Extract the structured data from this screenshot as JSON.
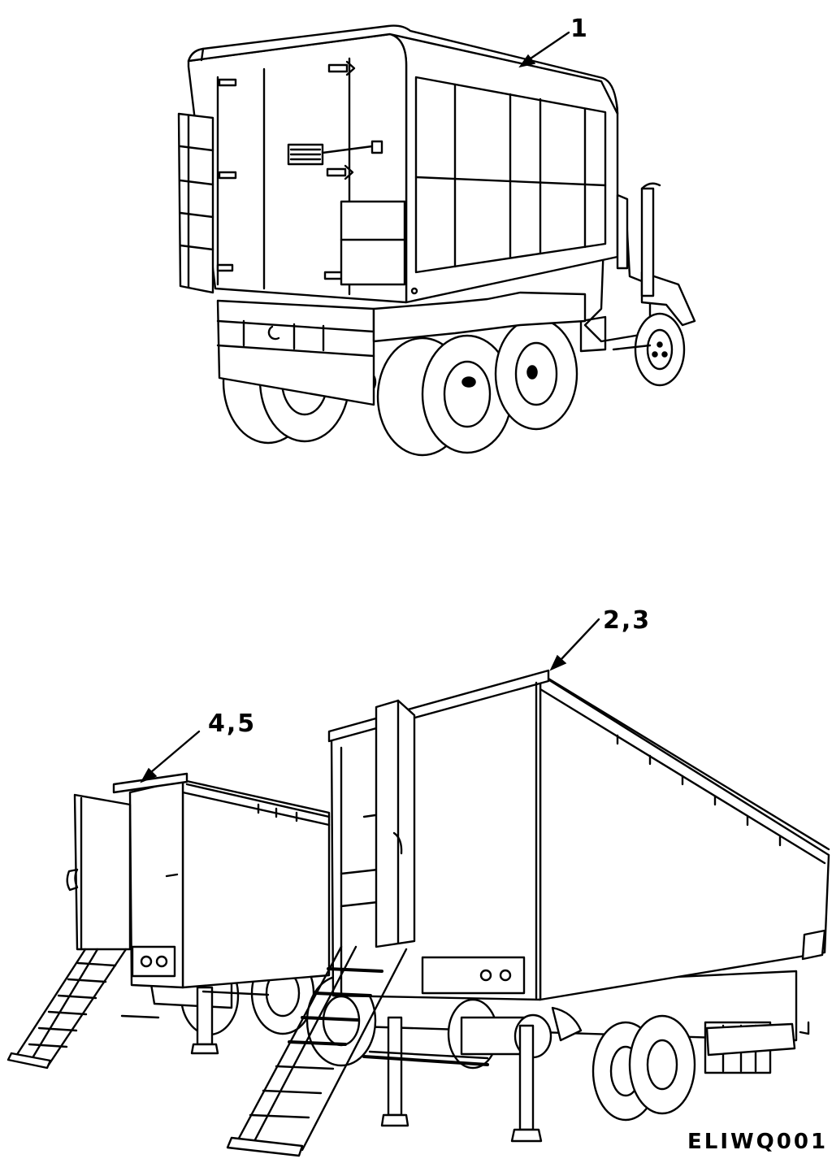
{
  "callouts": {
    "cargo_truck_shelter": "1",
    "large_semitrailer_van": "2,3",
    "small_semitrailer_van": "4,5"
  },
  "figure_id": "ELIWQ001"
}
